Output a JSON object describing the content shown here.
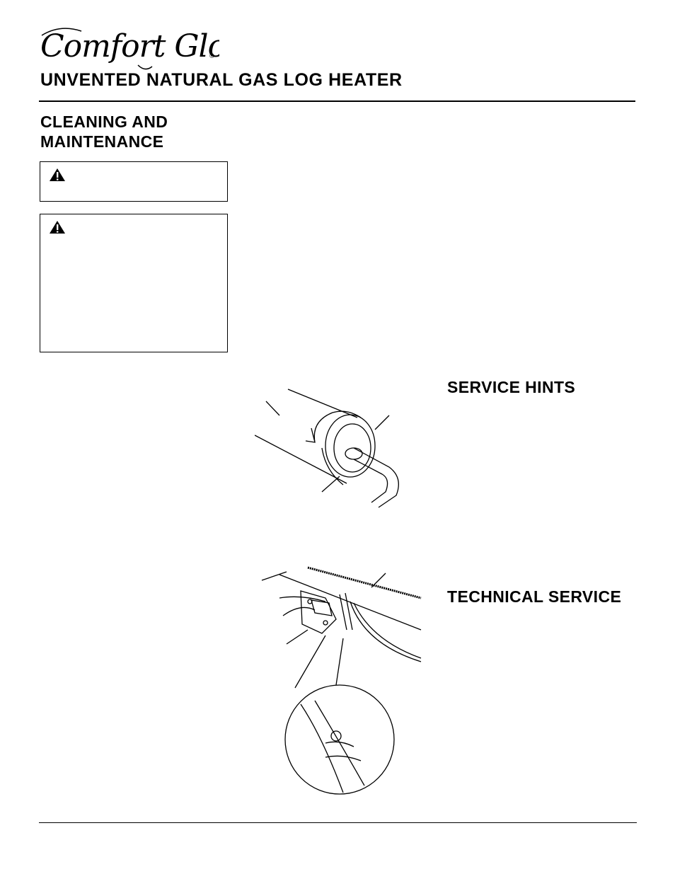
{
  "header": {
    "logo_text": "Comfort Glow",
    "registered_mark": "®",
    "title": "UNVENTED NATURAL GAS LOG HEATER"
  },
  "sections": {
    "cleaning_heading": "CLEANING AND MAINTENANCE",
    "service_hints_heading": "SERVICE HINTS",
    "technical_service_heading": "TECHNICAL SERVICE"
  },
  "icons": {
    "warning": "warning-triangle-icon"
  }
}
